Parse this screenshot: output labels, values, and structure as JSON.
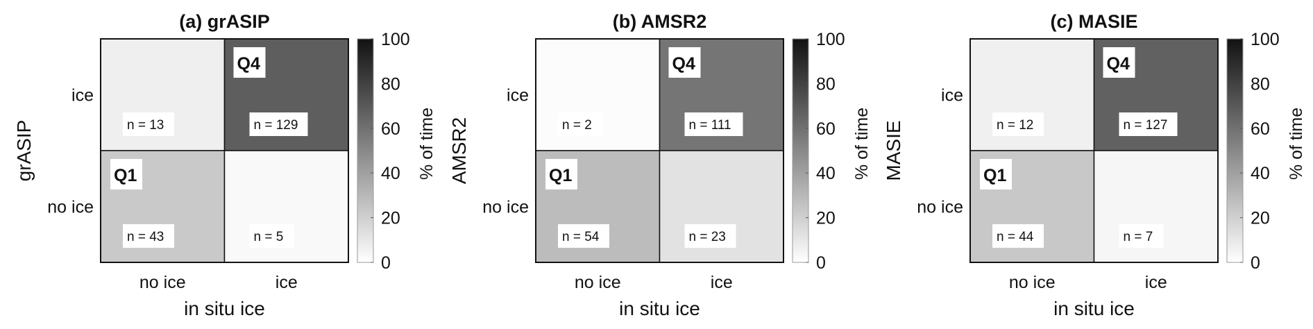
{
  "chart_data": [
    {
      "type": "heatmap",
      "title": "(a) grASIP",
      "xlabel": "in situ ice",
      "ylabel": "grASIP",
      "x_categories": [
        "no ice",
        "ice"
      ],
      "y_categories": [
        "no ice",
        "ice"
      ],
      "cells": [
        {
          "x": "no ice",
          "y": "ice",
          "n_label": "n = 13",
          "percent": 6.8
        },
        {
          "x": "ice",
          "y": "ice",
          "n_label": "n = 129",
          "percent": 67.9,
          "quadrant": "Q4"
        },
        {
          "x": "no ice",
          "y": "no ice",
          "n_label": "n = 43",
          "percent": 22.6,
          "quadrant": "Q1"
        },
        {
          "x": "ice",
          "y": "no ice",
          "n_label": "n = 5",
          "percent": 2.6
        }
      ],
      "colorbar": {
        "label": "% of time",
        "ticks": [
          "0",
          "20",
          "40",
          "60",
          "80",
          "100"
        ],
        "range": [
          0,
          100
        ]
      }
    },
    {
      "type": "heatmap",
      "title": "(b) AMSR2",
      "xlabel": "in situ ice",
      "ylabel": "AMSR2",
      "x_categories": [
        "no ice",
        "ice"
      ],
      "y_categories": [
        "no ice",
        "ice"
      ],
      "cells": [
        {
          "x": "no ice",
          "y": "ice",
          "n_label": "n = 2",
          "percent": 1.1
        },
        {
          "x": "ice",
          "y": "ice",
          "n_label": "n = 111",
          "percent": 58.4,
          "quadrant": "Q4"
        },
        {
          "x": "no ice",
          "y": "no ice",
          "n_label": "n = 54",
          "percent": 28.4,
          "quadrant": "Q1"
        },
        {
          "x": "ice",
          "y": "no ice",
          "n_label": "n = 23",
          "percent": 12.1
        }
      ],
      "colorbar": {
        "label": "% of time",
        "ticks": [
          "0",
          "20",
          "40",
          "60",
          "80",
          "100"
        ],
        "range": [
          0,
          100
        ]
      }
    },
    {
      "type": "heatmap",
      "title": "(c) MASIE",
      "xlabel": "in situ ice",
      "ylabel": "MASIE",
      "x_categories": [
        "no ice",
        "ice"
      ],
      "y_categories": [
        "no ice",
        "ice"
      ],
      "cells": [
        {
          "x": "no ice",
          "y": "ice",
          "n_label": "n = 12",
          "percent": 6.3
        },
        {
          "x": "ice",
          "y": "ice",
          "n_label": "n = 127",
          "percent": 66.8,
          "quadrant": "Q4"
        },
        {
          "x": "no ice",
          "y": "no ice",
          "n_label": "n = 44",
          "percent": 23.2,
          "quadrant": "Q1"
        },
        {
          "x": "ice",
          "y": "no ice",
          "n_label": "n = 7",
          "percent": 3.7
        }
      ],
      "colorbar": {
        "label": "% of time",
        "ticks": [
          "0",
          "20",
          "40",
          "60",
          "80",
          "100"
        ],
        "range": [
          0,
          100
        ]
      }
    }
  ]
}
